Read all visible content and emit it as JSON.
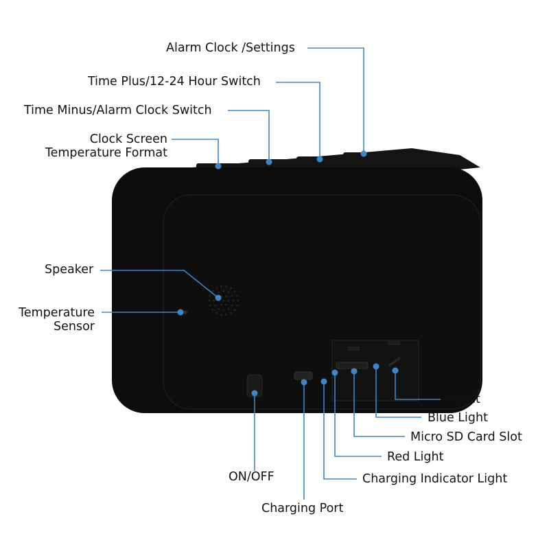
{
  "colors": {
    "leader": "#3f86c8",
    "device_body": "#0c0c0c",
    "device_edge": "#1b1b1b",
    "label_text": "#111111",
    "background": "#ffffff"
  },
  "labels": {
    "alarm_clock_settings": "Alarm Clock /Settings",
    "time_plus": "Time Plus/12-24 Hour Switch",
    "time_minus": "Time Minus/Alarm Clock Switch",
    "clock_screen_line1": "Clock Screen",
    "clock_screen_line2": "Temperature Format",
    "speaker": "Speaker",
    "temperature_sensor_line1": "Temperature",
    "temperature_sensor_line2": "Sensor",
    "reset": "Reset",
    "blue_light": "Blue Light",
    "micro_sd": "Micro SD Card Slot",
    "red_light": "Red Light",
    "charging_indicator": "Charging Indicator Light",
    "on_off": "ON/OFF",
    "charging_port": "Charging Port"
  }
}
